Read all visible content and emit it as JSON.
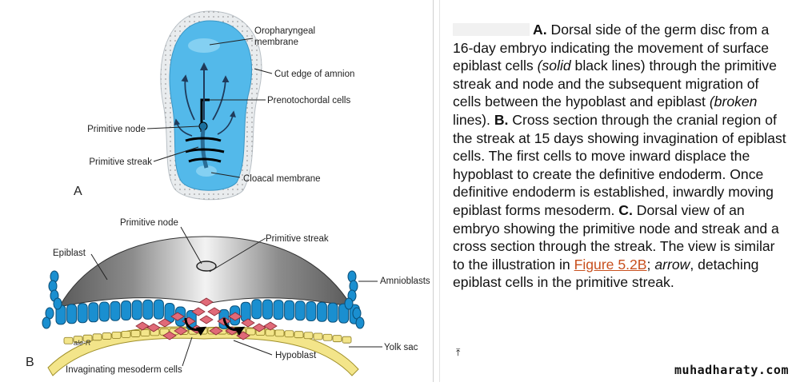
{
  "figure": {
    "panel_a": {
      "letter": "A",
      "labels": {
        "oropharyngeal_1": "Oropharyngeal",
        "oropharyngeal_2": "membrane",
        "amnion": "Cut edge of amnion",
        "prenotochordal": "Prenotochordal cells",
        "node": "Primitive node",
        "streak": "Primitive streak",
        "cloacal": "Cloacal membrane"
      }
    },
    "panel_b": {
      "letter": "B",
      "signature": "ale-R",
      "labels": {
        "node": "Primitive node",
        "streak": "Primitive streak",
        "epiblast": "Epiblast",
        "amnioblasts": "Amnioblasts",
        "yolk_sac": "Yolk sac",
        "hypoblast": "Hypoblast",
        "mesoderm": "Invaginating mesoderm cells"
      }
    },
    "colors": {
      "disc_blue": "#53b9ea",
      "cell_blue": "#1a8fd0",
      "mesoderm_red": "#e06a78",
      "yolk_yellow": "#f3e58a"
    }
  },
  "caption": {
    "a_letter": "A.",
    "a_text": " Dorsal side of the germ disc from a 16-day embryo indicating the movement of surface epiblast cells ",
    "a_italic1": "(solid",
    "a_text2": " black lines) through the primitive streak and node and the subsequent migration of cells between the hypoblast and epiblast ",
    "a_italic2": "(broken",
    "a_text3": " lines). ",
    "b_letter": "B.",
    "b_text": " Cross section through the cranial region of the streak at 15 days showing invagination of epiblast cells. The first cells to move inward displace the hypoblast to create the definitive endoderm. Once definitive endoderm is established, inwardly moving epiblast forms mesoderm. ",
    "c_letter": "C.",
    "c_text": " Dorsal view of an embryo showing the primitive node and streak and a cross section through the streak. The view is similar to the illustration in ",
    "link": "Figure 5.2B",
    "after_link": "; ",
    "arrow_italic": "arrow",
    "tail": ", detaching epiblast cells in the primitive streak."
  },
  "back_to_top_icon": "back-to-top-icon",
  "back_to_top_glyph": "⤒",
  "watermark": "muhadharaty.com"
}
